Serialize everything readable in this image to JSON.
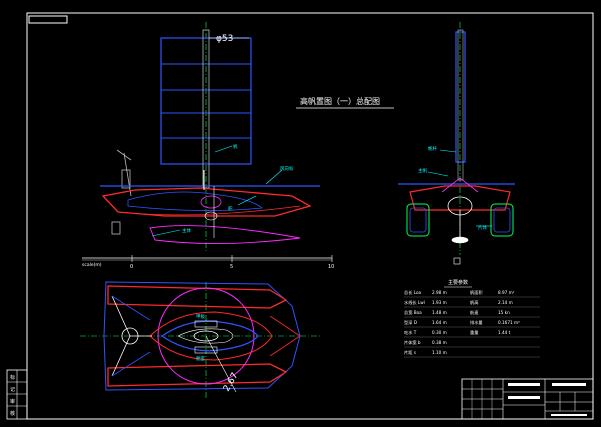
{
  "drawing": {
    "title": "高帆置图（一）总配图",
    "diameter_label": "φ53",
    "angle_label": "2.67",
    "scale_label": "scale(m)",
    "scale_ticks": [
      "0",
      "5",
      "10"
    ],
    "table_title": "主要参数",
    "specs": [
      {
        "k1": "总长 Loa",
        "v1": "2.98 m",
        "k2": "帆面积",
        "v2": "8.97 m²"
      },
      {
        "k1": "水线长 Lwl",
        "v1": "1.93 m",
        "k2": "帆高",
        "v2": "2.14 m"
      },
      {
        "k1": "总宽 Boa",
        "v1": "1.48 m",
        "k2": "航速",
        "v2": "15 kn"
      },
      {
        "k1": "型深 D",
        "v1": "1.64 m",
        "k2": "排水量",
        "v2": "0.1671 m³"
      },
      {
        "k1": "吃水 T",
        "v1": "0.30 m",
        "k2": "重量",
        "v2": "1.44 t"
      },
      {
        "k1": "片体宽 b",
        "v1": "0.38 m",
        "k2": "",
        "v2": ""
      },
      {
        "k1": "片距 s",
        "v1": "1.10 m",
        "k2": "",
        "v2": ""
      }
    ],
    "side_labels": [
      "帆",
      "风向标",
      "舵",
      "主体"
    ],
    "front_labels": [
      "桅杆",
      "主帆",
      "片体"
    ],
    "plan_labels": [
      "甲板",
      "舱室"
    ],
    "colors": {
      "background": "#000000",
      "hull_red": "#ff2a2a",
      "sail_blue": "#2b56ff",
      "cyan": "#00ffff",
      "white": "#ffffff",
      "magenta": "#ff2bff",
      "green": "#00ff55",
      "yellow": "#ffff33",
      "gray": "#bbbbbb"
    }
  },
  "left_strip": {
    "labels": [
      "标",
      "记",
      "审",
      "核"
    ]
  },
  "title_block": {
    "labels": [
      "",
      "",
      "",
      ""
    ]
  }
}
